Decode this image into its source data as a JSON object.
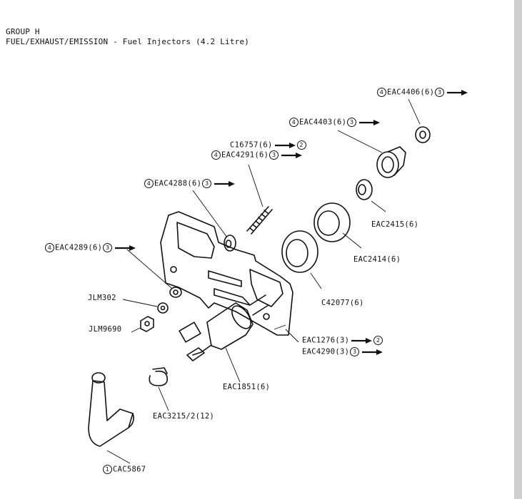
{
  "header": {
    "group": "GROUP H",
    "title": "FUEL/EXHAUST/EMISSION - Fuel Injectors (4.2 Litre)"
  },
  "callouts": {
    "eac4406": {
      "pre": "4",
      "part": "EAC4406(6)",
      "post": "3"
    },
    "eac4403": {
      "pre": "4",
      "part": "EAC4403(6)",
      "post": "3"
    },
    "c16757": {
      "part": "C16757(6)",
      "post": "2"
    },
    "eac4291": {
      "pre": "4",
      "part": "EAC4291(6)",
      "post": "3"
    },
    "eac4288": {
      "pre": "4",
      "part": "EAC4288(6)",
      "post": "3"
    },
    "eac2415": {
      "part": "EAC2415(6)"
    },
    "eac4289": {
      "pre": "4",
      "part": "EAC4289(6)",
      "post": "3"
    },
    "eac2414": {
      "part": "EAC2414(6)"
    },
    "jlm302": {
      "part": "JLM302"
    },
    "c42077": {
      "part": "C42077(6)"
    },
    "jlm9690": {
      "part": "JLM9690"
    },
    "eac1276": {
      "part": "EAC1276(3)",
      "post": "2"
    },
    "eac4290": {
      "part": "EAC4290(3)",
      "post": "3"
    },
    "eac1851": {
      "part": "EAC1851(6)"
    },
    "eac3215": {
      "part": "EAC3215/2(12)"
    },
    "cac5867": {
      "pre": "1",
      "part": "CAC5867"
    }
  }
}
